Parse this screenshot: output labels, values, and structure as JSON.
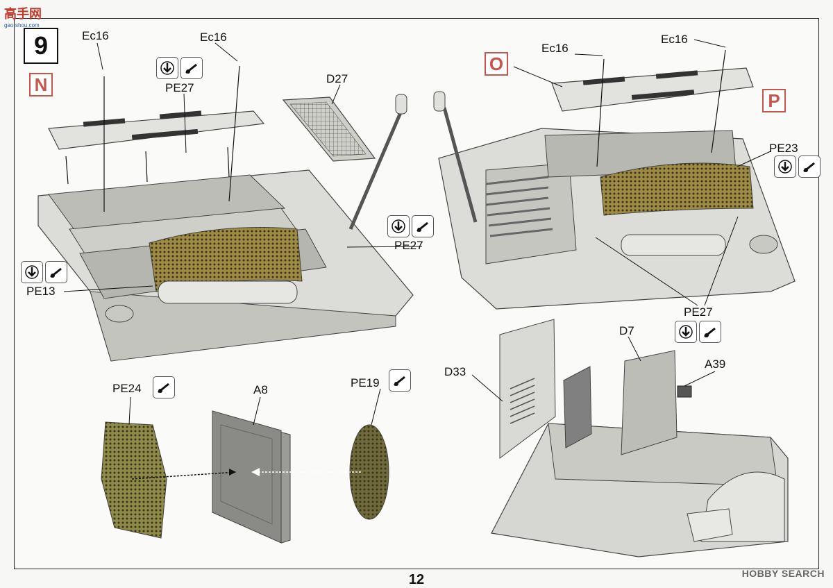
{
  "watermark_top": {
    "cn": "高手网",
    "url": "gao-shou.com"
  },
  "step_number": "9",
  "views": {
    "N": "N",
    "O": "O",
    "P": "P"
  },
  "labels": {
    "ec16_a": "Ec16",
    "ec16_b": "Ec16",
    "ec16_c": "Ec16",
    "ec16_d": "Ec16",
    "pe27_a": "PE27",
    "pe27_b": "PE27",
    "pe27_c": "PE27",
    "pe13": "PE13",
    "pe23": "PE23",
    "d27": "D27",
    "d7": "D7",
    "d33": "D33",
    "a39": "A39",
    "a8": "A8",
    "pe24": "PE24",
    "pe19": "PE19"
  },
  "icons": {
    "bend": "bend-down-icon",
    "glue": "glue-bottle-icon"
  },
  "page_number": "12",
  "watermark_bottom": "HOBBY SEARCH",
  "colors": {
    "part": "#d9d9d5",
    "part_dark": "#a8a8a3",
    "mesh": "#b7a35a",
    "mesh_dark": "#6a5f32",
    "view_marker": "#c8554c"
  }
}
